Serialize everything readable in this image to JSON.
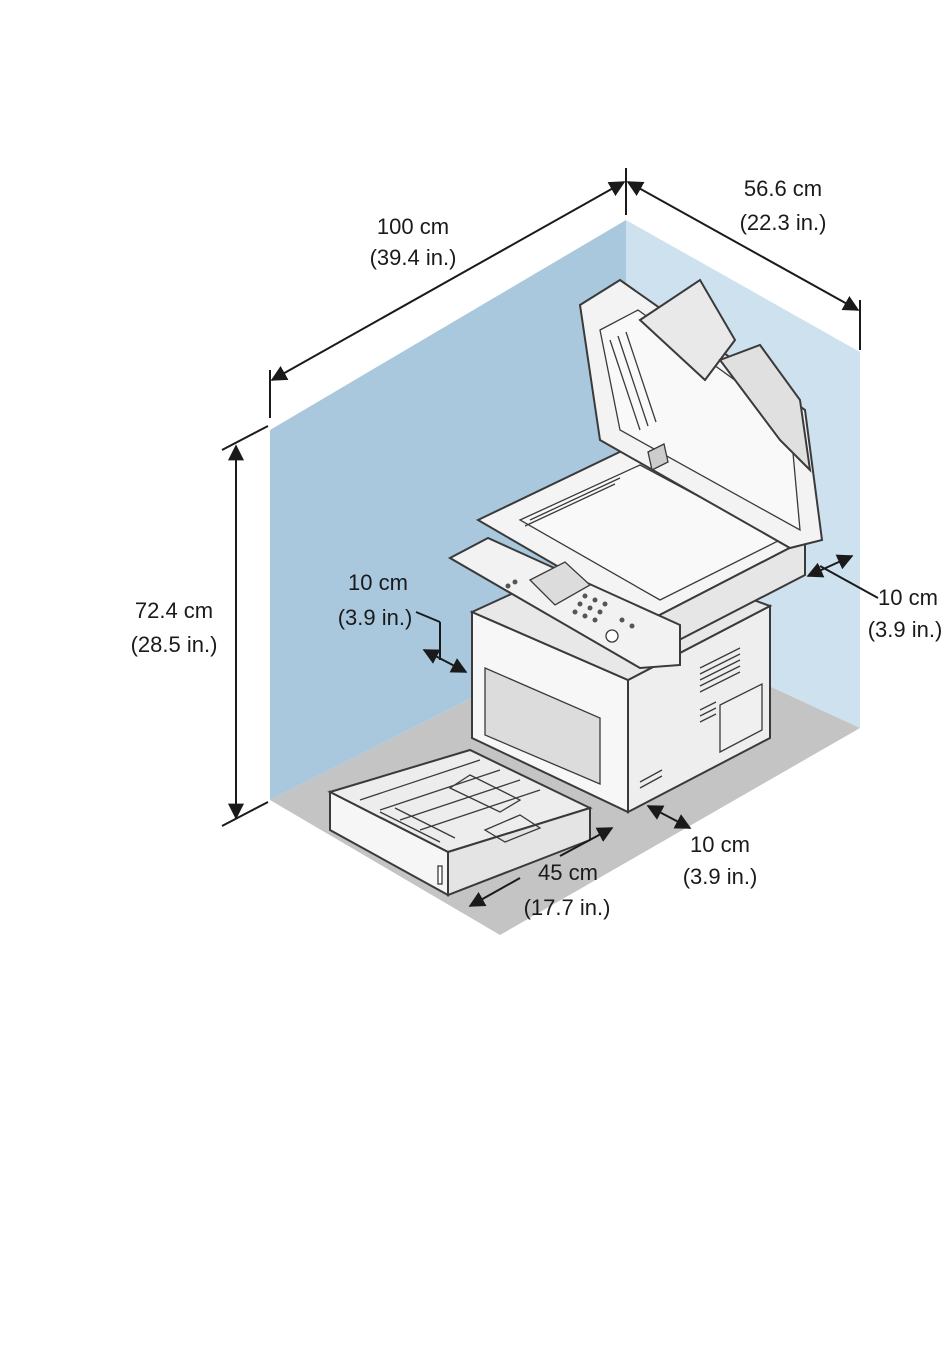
{
  "dimensions": {
    "width_back": {
      "metric": "100 cm",
      "imperial": "(39.4 in.)"
    },
    "depth_right": {
      "metric": "56.6 cm",
      "imperial": "(22.3 in.)"
    },
    "height": {
      "metric": "72.4 cm",
      "imperial": "(28.5 in.)"
    },
    "left_clearance": {
      "metric": "10 cm",
      "imperial": "(3.9 in.)"
    },
    "right_clearance": {
      "metric": "10 cm",
      "imperial": "(3.9 in.)"
    },
    "front_clearance": {
      "metric": "10 cm",
      "imperial": "(3.9 in.)"
    },
    "tray_depth": {
      "metric": "45 cm",
      "imperial": "(17.7 in.)"
    }
  },
  "colors": {
    "left_wall": "#a9c8dd",
    "right_wall": "#cde2ee",
    "floor": "#c4c4c4",
    "printer_body": "#f7f7f7",
    "line": "#1a1a1a"
  }
}
